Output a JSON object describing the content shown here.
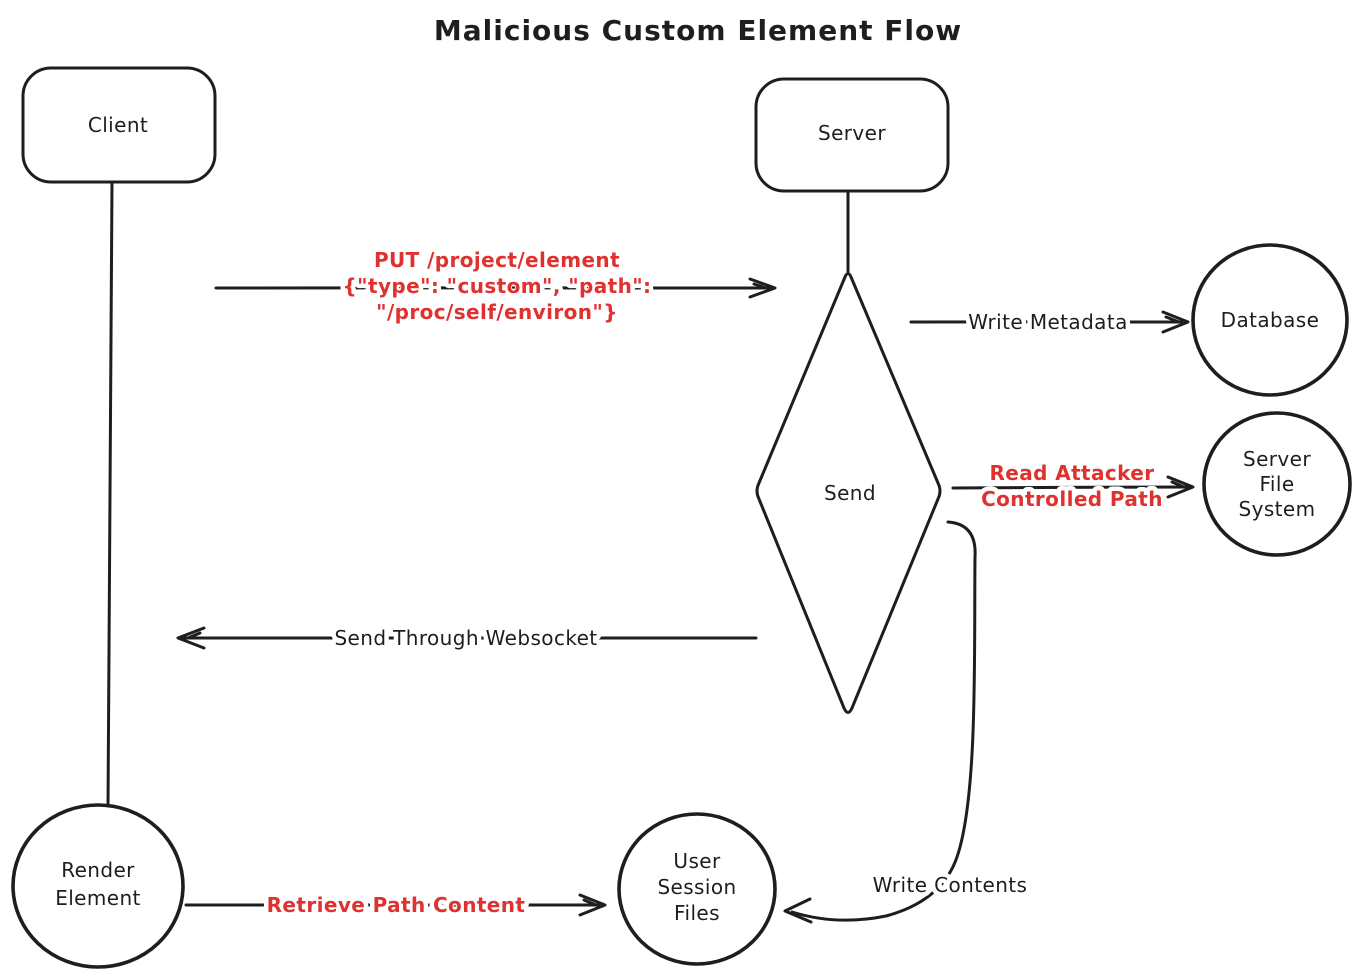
{
  "title": "Malicious Custom Element Flow",
  "colors": {
    "stroke": "#1e1e1e",
    "accent_red": "#e03131",
    "background": "#ffffff"
  },
  "nodes": {
    "client": {
      "shape": "rounded-rectangle",
      "label": "Client"
    },
    "server": {
      "shape": "rounded-rectangle",
      "label": "Server"
    },
    "send": {
      "shape": "diamond",
      "label": "Send"
    },
    "database": {
      "shape": "circle",
      "label": "Database"
    },
    "server_file_system": {
      "shape": "circle",
      "lines": [
        "Server",
        "File",
        "System"
      ]
    },
    "render_element": {
      "shape": "circle",
      "lines": [
        "Render",
        "Element"
      ]
    },
    "user_session_files": {
      "shape": "circle",
      "lines": [
        "User",
        "Session",
        "Files"
      ]
    }
  },
  "edges": {
    "put_request": {
      "from": "client",
      "to": "send",
      "color": "#e03131",
      "lines": [
        "PUT /project/element",
        "{\"type\": \"custom\", \"path\":",
        "\"/proc/self/environ\"}"
      ]
    },
    "server_to_send": {
      "from": "server",
      "to": "send",
      "label": ""
    },
    "write_metadata": {
      "from": "send",
      "to": "database",
      "color": "#1e1e1e",
      "label": "Write Metadata"
    },
    "read_attacker_path": {
      "from": "send",
      "to": "server_file_system",
      "color": "#e03131",
      "lines": [
        "Read Attacker",
        "Controlled Path"
      ]
    },
    "send_websocket": {
      "from": "send",
      "to": "client",
      "color": "#1e1e1e",
      "label": "Send Through Websocket"
    },
    "client_to_render": {
      "from": "client",
      "to": "render_element",
      "label": ""
    },
    "retrieve_path_content": {
      "from": "render_element",
      "to": "user_session_files",
      "color": "#e03131",
      "label": "Retrieve Path Content"
    },
    "write_contents": {
      "from": "send",
      "to": "user_session_files",
      "color": "#1e1e1e",
      "label": "Write Contents"
    }
  }
}
